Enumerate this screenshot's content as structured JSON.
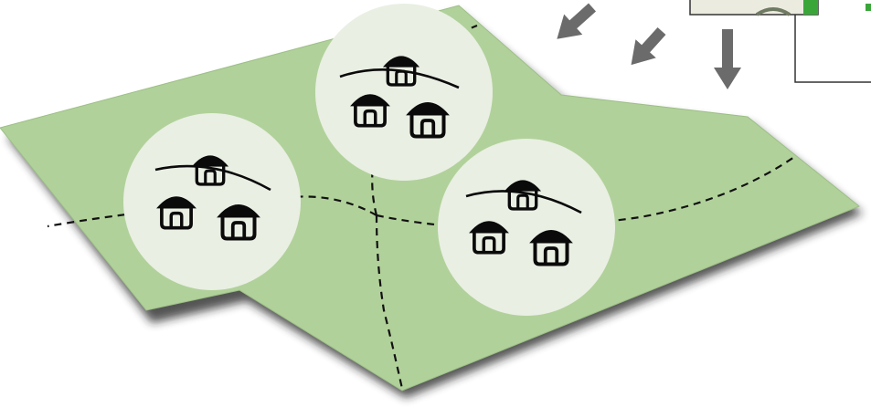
{
  "diagram": {
    "colors": {
      "land": "#b1d19a",
      "land_edge": "#9cbf86",
      "shadow": "#1a1a1a",
      "boundary": "#111111",
      "settlement_circle": "#e9efe3",
      "hut": "#0a0a0a",
      "arrow": "#6b6b6b",
      "panel_fill": "#ecebdf",
      "panel_border": "#333333",
      "panel_accent": "#3aa63a",
      "background": "#ffffff"
    },
    "settlements": [
      {
        "name": "settlement-north",
        "huts": 3
      },
      {
        "name": "settlement-west",
        "huts": 3
      },
      {
        "name": "settlement-east",
        "huts": 3
      }
    ],
    "arrows": [
      {
        "name": "arrow-left",
        "direction": "down-left"
      },
      {
        "name": "arrow-middle",
        "direction": "down-left"
      },
      {
        "name": "arrow-right",
        "direction": "down"
      }
    ],
    "icons": {
      "hut": "hut-icon",
      "arrow": "arrow-icon"
    }
  }
}
